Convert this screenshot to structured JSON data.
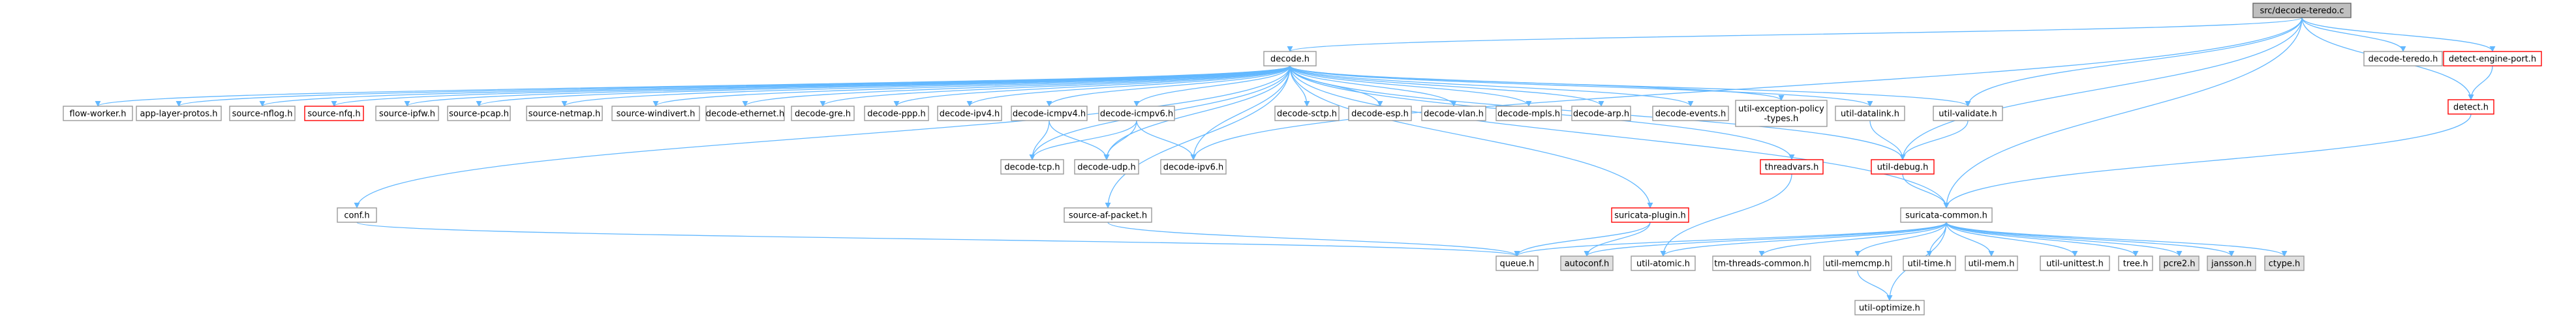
{
  "diagram": {
    "nodes": [
      {
        "id": "root",
        "label": "src/decode-teredo.c",
        "style": "root"
      },
      {
        "id": "decode",
        "label": "decode.h",
        "style": "normal"
      },
      {
        "id": "decode-teredo",
        "label": "decode-teredo.h",
        "style": "normal"
      },
      {
        "id": "detect-engine-port",
        "label": "detect-engine-port.h",
        "style": "red"
      },
      {
        "id": "detect",
        "label": "detect.h",
        "style": "red"
      },
      {
        "id": "flow-worker",
        "label": "flow-worker.h",
        "style": "normal"
      },
      {
        "id": "app-layer-protos",
        "label": "app-layer-protos.h",
        "style": "normal"
      },
      {
        "id": "source-nflog",
        "label": "source-nflog.h",
        "style": "normal"
      },
      {
        "id": "source-nfq",
        "label": "source-nfq.h",
        "style": "red"
      },
      {
        "id": "source-ipfw",
        "label": "source-ipfw.h",
        "style": "normal"
      },
      {
        "id": "source-pcap",
        "label": "source-pcap.h",
        "style": "normal"
      },
      {
        "id": "source-netmap",
        "label": "source-netmap.h",
        "style": "normal"
      },
      {
        "id": "source-windivert",
        "label": "source-windivert.h",
        "style": "normal"
      },
      {
        "id": "decode-ethernet",
        "label": "decode-ethernet.h",
        "style": "normal"
      },
      {
        "id": "decode-gre",
        "label": "decode-gre.h",
        "style": "normal"
      },
      {
        "id": "decode-ppp",
        "label": "decode-ppp.h",
        "style": "normal"
      },
      {
        "id": "decode-ipv4",
        "label": "decode-ipv4.h",
        "style": "normal"
      },
      {
        "id": "decode-icmpv4",
        "label": "decode-icmpv4.h",
        "style": "normal"
      },
      {
        "id": "decode-icmpv6",
        "label": "decode-icmpv6.h",
        "style": "normal"
      },
      {
        "id": "decode-sctp",
        "label": "decode-sctp.h",
        "style": "normal"
      },
      {
        "id": "decode-esp",
        "label": "decode-esp.h",
        "style": "normal"
      },
      {
        "id": "decode-vlan",
        "label": "decode-vlan.h",
        "style": "normal"
      },
      {
        "id": "decode-mpls",
        "label": "decode-mpls.h",
        "style": "normal"
      },
      {
        "id": "decode-arp",
        "label": "decode-arp.h",
        "style": "normal"
      },
      {
        "id": "decode-events",
        "label": "decode-events.h",
        "style": "normal"
      },
      {
        "id": "util-exception-policy",
        "label": "util-exception-policy\n-types.h",
        "style": "normal"
      },
      {
        "id": "util-datalink",
        "label": "util-datalink.h",
        "style": "normal"
      },
      {
        "id": "util-validate",
        "label": "util-validate.h",
        "style": "normal"
      },
      {
        "id": "decode-tcp",
        "label": "decode-tcp.h",
        "style": "normal"
      },
      {
        "id": "decode-udp",
        "label": "decode-udp.h",
        "style": "normal"
      },
      {
        "id": "decode-ipv6",
        "label": "decode-ipv6.h",
        "style": "normal"
      },
      {
        "id": "threadvars",
        "label": "threadvars.h",
        "style": "red"
      },
      {
        "id": "util-debug",
        "label": "util-debug.h",
        "style": "red"
      },
      {
        "id": "conf",
        "label": "conf.h",
        "style": "normal"
      },
      {
        "id": "source-af-packet",
        "label": "source-af-packet.h",
        "style": "normal"
      },
      {
        "id": "suricata-plugin",
        "label": "suricata-plugin.h",
        "style": "red"
      },
      {
        "id": "suricata-common",
        "label": "suricata-common.h",
        "style": "normal"
      },
      {
        "id": "queue",
        "label": "queue.h",
        "style": "normal"
      },
      {
        "id": "autoconf",
        "label": "autoconf.h",
        "style": "gray"
      },
      {
        "id": "util-atomic",
        "label": "util-atomic.h",
        "style": "normal"
      },
      {
        "id": "tm-threads-common",
        "label": "tm-threads-common.h",
        "style": "normal"
      },
      {
        "id": "util-memcmp",
        "label": "util-memcmp.h",
        "style": "normal"
      },
      {
        "id": "util-time",
        "label": "util-time.h",
        "style": "normal"
      },
      {
        "id": "util-mem",
        "label": "util-mem.h",
        "style": "normal"
      },
      {
        "id": "util-unittest",
        "label": "util-unittest.h",
        "style": "normal"
      },
      {
        "id": "tree",
        "label": "tree.h",
        "style": "normal"
      },
      {
        "id": "pcre2",
        "label": "pcre2.h",
        "style": "gray"
      },
      {
        "id": "jansson",
        "label": "jansson.h",
        "style": "gray"
      },
      {
        "id": "ctype",
        "label": "ctype.h",
        "style": "gray"
      },
      {
        "id": "util-optimize",
        "label": "util-optimize.h",
        "style": "normal"
      }
    ],
    "edges": [
      [
        "root",
        "decode"
      ],
      [
        "root",
        "decode-teredo"
      ],
      [
        "root",
        "detect-engine-port"
      ],
      [
        "root",
        "detect"
      ],
      [
        "root",
        "util-validate"
      ],
      [
        "root",
        "util-debug"
      ],
      [
        "root",
        "suricata-common"
      ],
      [
        "root",
        "decode-ipv6"
      ],
      [
        "detect-engine-port",
        "detect"
      ],
      [
        "decode",
        "flow-worker"
      ],
      [
        "decode",
        "app-layer-protos"
      ],
      [
        "decode",
        "source-nflog"
      ],
      [
        "decode",
        "source-nfq"
      ],
      [
        "decode",
        "source-ipfw"
      ],
      [
        "decode",
        "source-pcap"
      ],
      [
        "decode",
        "source-netmap"
      ],
      [
        "decode",
        "source-windivert"
      ],
      [
        "decode",
        "decode-ethernet"
      ],
      [
        "decode",
        "decode-gre"
      ],
      [
        "decode",
        "decode-ppp"
      ],
      [
        "decode",
        "decode-ipv4"
      ],
      [
        "decode",
        "decode-icmpv4"
      ],
      [
        "decode",
        "decode-icmpv6"
      ],
      [
        "decode",
        "decode-sctp"
      ],
      [
        "decode",
        "decode-esp"
      ],
      [
        "decode",
        "decode-vlan"
      ],
      [
        "decode",
        "decode-mpls"
      ],
      [
        "decode",
        "decode-arp"
      ],
      [
        "decode",
        "decode-events"
      ],
      [
        "decode",
        "util-exception-policy"
      ],
      [
        "decode",
        "util-datalink"
      ],
      [
        "decode",
        "util-validate"
      ],
      [
        "decode",
        "decode-tcp"
      ],
      [
        "decode",
        "decode-udp"
      ],
      [
        "decode",
        "decode-ipv6"
      ],
      [
        "decode",
        "threadvars"
      ],
      [
        "decode",
        "util-debug"
      ],
      [
        "decode",
        "conf"
      ],
      [
        "decode",
        "source-af-packet"
      ],
      [
        "decode",
        "suricata-plugin"
      ],
      [
        "decode",
        "suricata-common"
      ],
      [
        "decode-icmpv4",
        "decode-tcp"
      ],
      [
        "decode-icmpv4",
        "decode-udp"
      ],
      [
        "decode-icmpv6",
        "decode-tcp"
      ],
      [
        "decode-icmpv6",
        "decode-udp"
      ],
      [
        "decode-icmpv6",
        "decode-ipv6"
      ],
      [
        "util-datalink",
        "util-debug"
      ],
      [
        "util-validate",
        "util-debug"
      ],
      [
        "detect",
        "suricata-common"
      ],
      [
        "util-debug",
        "suricata-common"
      ],
      [
        "threadvars",
        "util-atomic"
      ],
      [
        "conf",
        "queue"
      ],
      [
        "source-af-packet",
        "queue"
      ],
      [
        "suricata-plugin",
        "queue"
      ],
      [
        "suricata-plugin",
        "autoconf"
      ],
      [
        "suricata-common",
        "queue"
      ],
      [
        "suricata-common",
        "autoconf"
      ],
      [
        "suricata-common",
        "util-atomic"
      ],
      [
        "suricata-common",
        "tm-threads-common"
      ],
      [
        "suricata-common",
        "util-memcmp"
      ],
      [
        "suricata-common",
        "util-time"
      ],
      [
        "suricata-common",
        "util-mem"
      ],
      [
        "suricata-common",
        "util-unittest"
      ],
      [
        "suricata-common",
        "tree"
      ],
      [
        "suricata-common",
        "pcre2"
      ],
      [
        "suricata-common",
        "jansson"
      ],
      [
        "suricata-common",
        "ctype"
      ],
      [
        "suricata-common",
        "util-optimize"
      ],
      [
        "util-memcmp",
        "util-optimize"
      ]
    ]
  }
}
